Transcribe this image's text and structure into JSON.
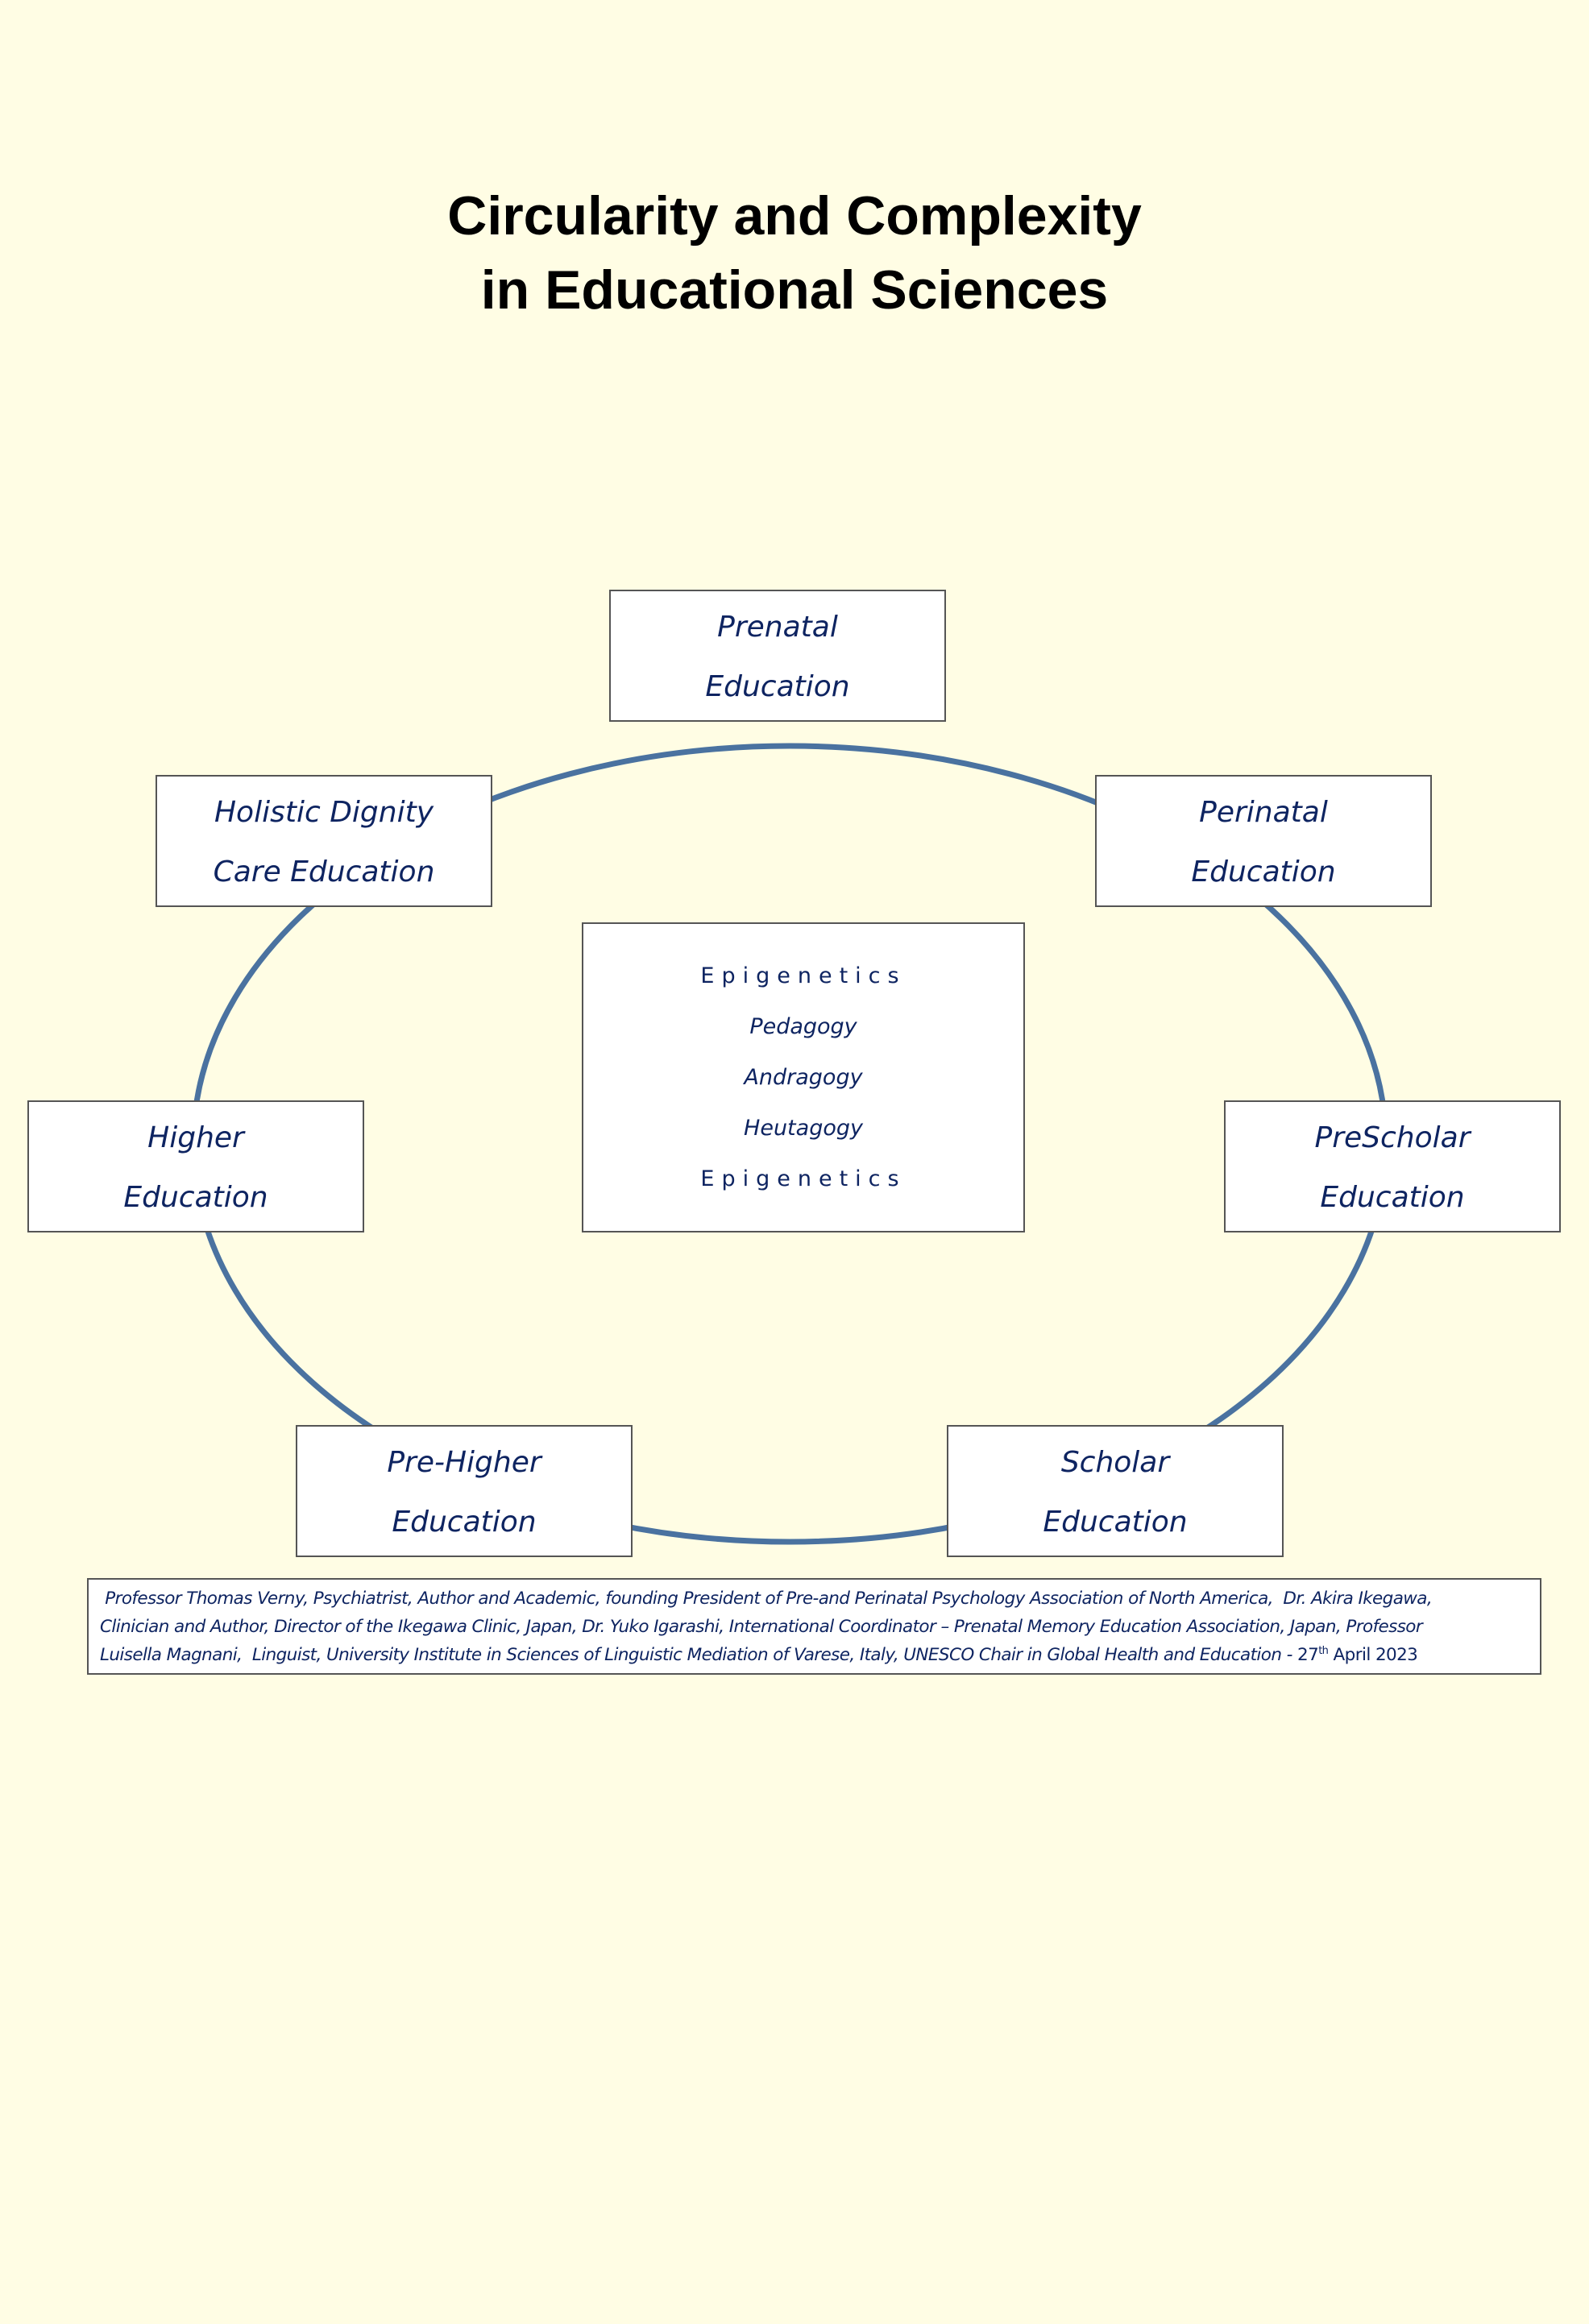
{
  "title": {
    "line1": "Circularity and Complexity",
    "line2": "in Educational Sciences"
  },
  "colors": {
    "background": "#FFFDE4",
    "ring": "#4A72A0",
    "label_text": "#0E2461",
    "box_border": "#555555",
    "title_text": "#000000"
  },
  "cycle": {
    "nodes": [
      {
        "id": "prenatal",
        "line1": "Prenatal",
        "line2": "Education"
      },
      {
        "id": "perinatal",
        "line1": "Perinatal",
        "line2": "Education"
      },
      {
        "id": "prescholar",
        "line1": "PreScholar",
        "line2": "Education"
      },
      {
        "id": "scholar",
        "line1": "Scholar",
        "line2": "Education"
      },
      {
        "id": "pre-higher",
        "line1": "Pre-Higher",
        "line2": "Education"
      },
      {
        "id": "higher",
        "line1": "Higher",
        "line2": "Education"
      },
      {
        "id": "holistic",
        "line1": "Holistic Dignity",
        "line2": "Care Education"
      }
    ]
  },
  "center": {
    "items": [
      "Epigenetics",
      "Pedagogy",
      "Andragogy",
      "Heutagogy",
      "Epigenetics"
    ]
  },
  "credits": {
    "line1": " Professor Thomas Verny, Psychiatrist, Author and Academic, founding President of Pre-and Perinatal Psychology Association of North America,  Dr. Akira Ikegawa,",
    "line2": "Clinician and Author, Director of the Ikegawa Clinic, Japan, Dr. Yuko Igarashi, International Coordinator – Prenatal Memory Education Association, Japan,  Professor",
    "line3_main": "Luisella Magnani,  Linguist, University Institute in Sciences of Linguistic Mediation of Varese, Italy, UNESCO Chair in Global Health and Education - ",
    "date_day": "27",
    "date_suffix": "th",
    "date_rest": " April 2023"
  }
}
